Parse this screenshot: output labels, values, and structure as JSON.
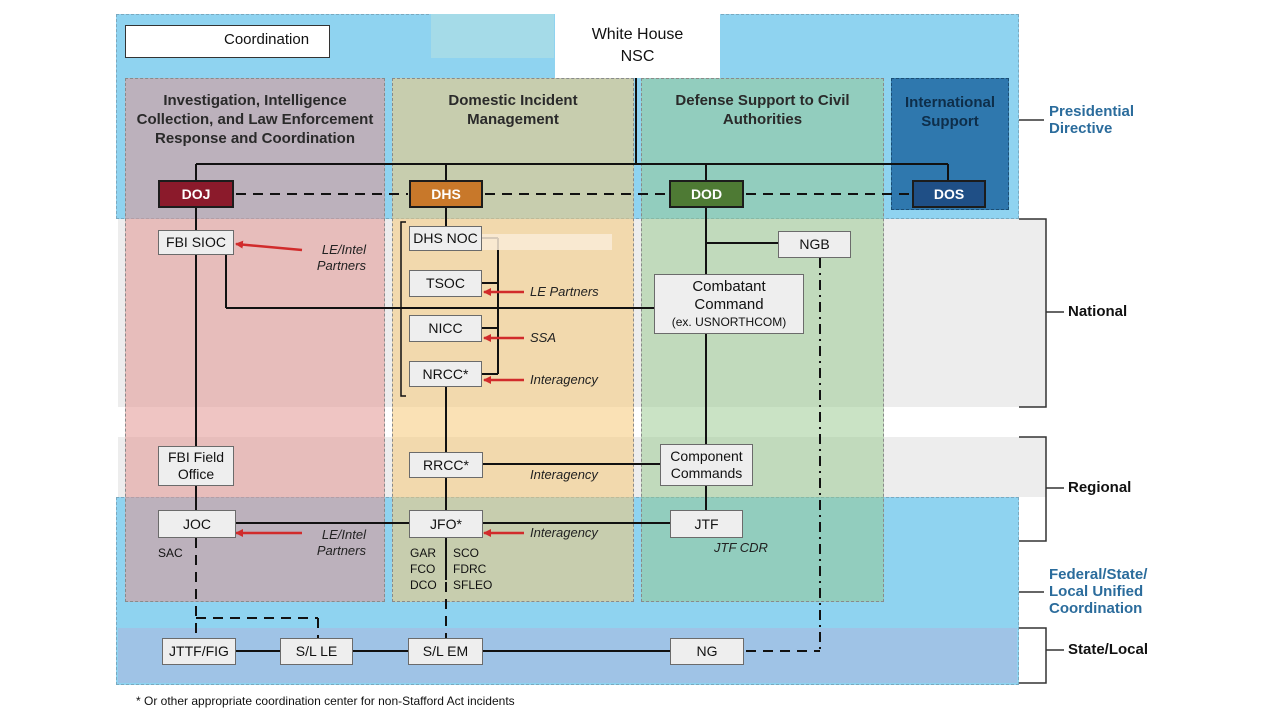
{
  "legend": {
    "coordination_label": "Coordination"
  },
  "top": {
    "line1": "White House",
    "line2": "NSC"
  },
  "columns": {
    "investigation": "Investigation, Intelligence Collection, and Law Enforcement Response and Coordination",
    "domestic": "Domestic Incident Management",
    "defense": "Defense Support to Civil Authorities",
    "international": "International Support"
  },
  "agencies": {
    "doj": "DOJ",
    "dhs": "DHS",
    "dod": "DOD",
    "dos": "DOS"
  },
  "nodes": {
    "fbi_sioc": "FBI SIOC",
    "dhs_noc": "DHS NOC",
    "tsoc": "TSOC",
    "nicc": "NICC",
    "nrcc": "NRCC*",
    "ngb": "NGB",
    "combatant_line1": "Combatant",
    "combatant_line2": "Command",
    "combatant_line3": "(ex. USNORTHCOM)",
    "fbi_field_line1": "FBI Field",
    "fbi_field_line2": "Office",
    "rrcc": "RRCC*",
    "component_line1": "Component",
    "component_line2": "Commands",
    "joc": "JOC",
    "jfo": "JFO*",
    "jtf": "JTF",
    "jttf": "JTTF/FIG",
    "sl_le": "S/L LE",
    "sl_em": "S/L EM",
    "ng": "NG"
  },
  "annotations": {
    "le_intel_line1": "LE/Intel",
    "le_intel_line2": "Partners",
    "le_partners": "LE Partners",
    "ssa": "SSA",
    "interagency": "Interagency",
    "sac": "SAC",
    "jtf_cdr": "JTF CDR",
    "jfo_roles": [
      "GAR",
      "SCO",
      "FCO",
      "FDRC",
      "DCO",
      "SFLEO"
    ]
  },
  "tiers": {
    "presidential_line1": "Presidential",
    "presidential_line2": "Directive",
    "national": "National",
    "regional": "Regional",
    "fed_line1": "Federal/State/",
    "fed_line2": "Local Unified",
    "fed_line3": "Coordination",
    "state_local": "State/Local"
  },
  "footnote": "* Or other appropriate coordination center for non-Stafford Act incidents",
  "colors": {
    "doj": "#8b1a2b",
    "dhs": "#c8782a",
    "dod": "#4e7a34",
    "dos": "#1f4f86",
    "arrow": "#d12b2b",
    "tier_blue": "#2b6c9c"
  }
}
